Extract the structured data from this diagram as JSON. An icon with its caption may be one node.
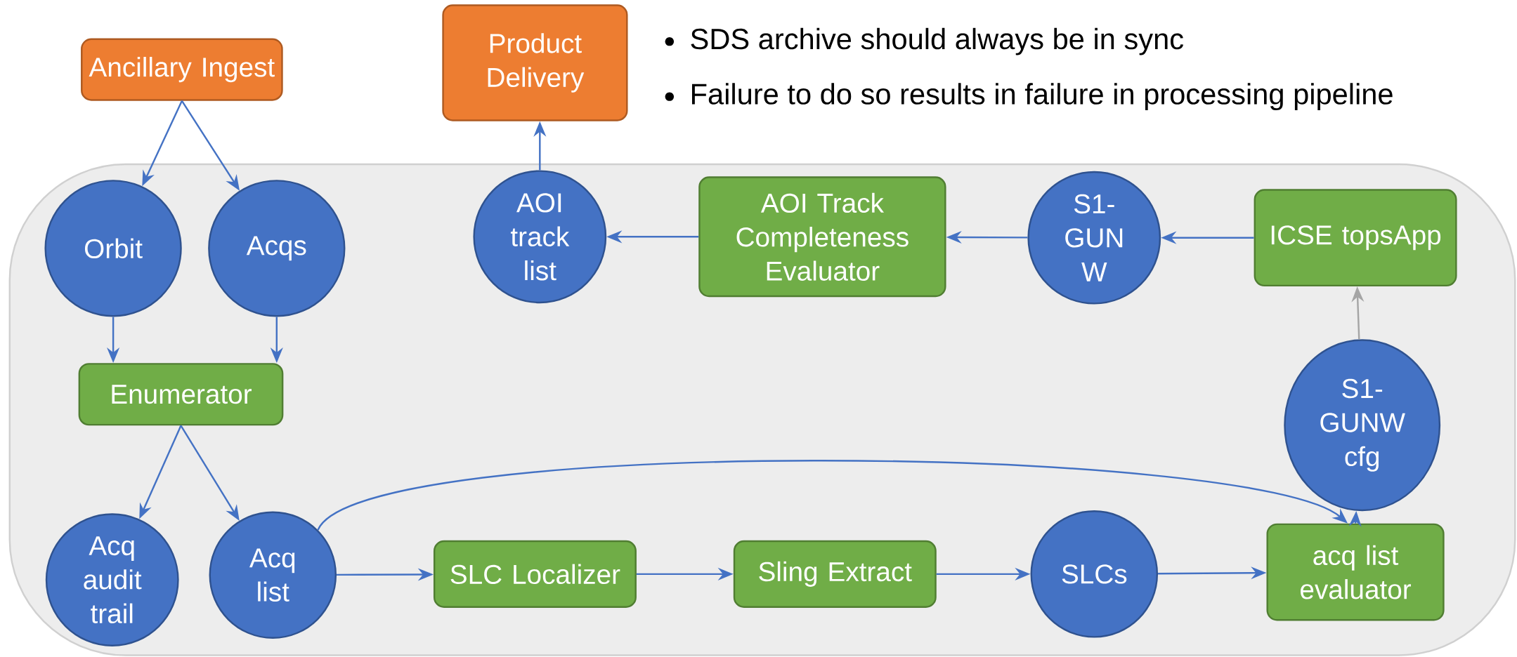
{
  "diagram": {
    "nodes": [
      {
        "text": [
          "Ancillary Ingest"
        ]
      },
      {
        "text": [
          "Product Delivery"
        ]
      },
      {
        "text": [
          "Orbit"
        ]
      },
      {
        "text": [
          "Acqs"
        ]
      },
      {
        "text": [
          "Enumerator"
        ]
      },
      {
        "text": [
          "Acq audit trail"
        ]
      },
      {
        "text": [
          "Acq list"
        ]
      },
      {
        "text": [
          "SLC Localizer"
        ]
      },
      {
        "text": [
          "Sling Extract"
        ]
      },
      {
        "text": [
          "SLCs"
        ]
      },
      {
        "text": [
          "acq list evaluator"
        ]
      },
      {
        "text": [
          "S1- GUNW cfg"
        ]
      },
      {
        "text": [
          "ICSE topsApp"
        ]
      },
      {
        "text": [
          "S1- GUN W"
        ]
      },
      {
        "text": [
          "AOI Track Completeness Evaluator"
        ]
      },
      {
        "text": [
          "AOI track list"
        ]
      }
    ],
    "edges": [
      {
        "from": 0,
        "to": 2,
        "arrow": "to"
      },
      {
        "from": 0,
        "to": 3,
        "arrow": "to"
      },
      {
        "from": 2,
        "to": 4,
        "arrow": "to"
      },
      {
        "from": 3,
        "to": 4,
        "arrow": "to"
      },
      {
        "from": 4,
        "to": 5,
        "arrow": "to"
      },
      {
        "from": 4,
        "to": 6,
        "arrow": "to"
      },
      {
        "from": 6,
        "to": 7,
        "arrow": "to"
      },
      {
        "from": 7,
        "to": 8,
        "arrow": "to"
      },
      {
        "from": 8,
        "to": 9,
        "arrow": "to"
      },
      {
        "from": 9,
        "to": 10,
        "arrow": "to"
      },
      {
        "from": 6,
        "to": 10,
        "arrow": "to"
      },
      {
        "from": 10,
        "to": 11,
        "arrow": "to"
      },
      {
        "from": 11,
        "to": 12,
        "arrow": "to",
        "color": "#a5a5a5"
      },
      {
        "from": 12,
        "to": 13,
        "arrow": "to"
      },
      {
        "from": 13,
        "to": 14,
        "arrow": "to"
      },
      {
        "from": 14,
        "to": 15,
        "arrow": "to"
      },
      {
        "from": 15,
        "to": 1,
        "arrow": "to"
      }
    ],
    "labels": [
      "SDS archive should always be in sync",
      "Failure to do so results in failure in  processing pipeline"
    ]
  }
}
